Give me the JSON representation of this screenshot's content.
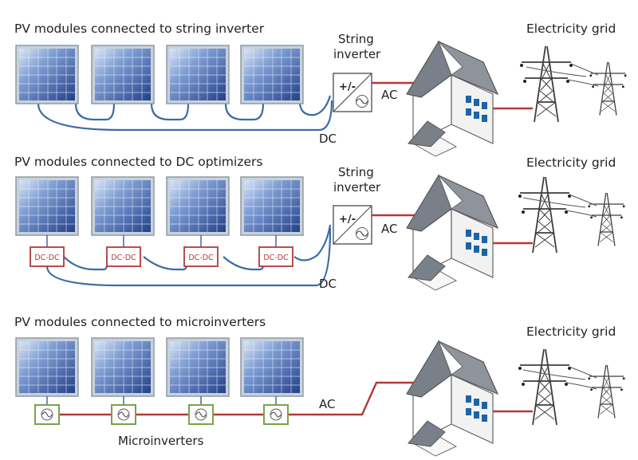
{
  "colors": {
    "dc_wire": "#3a6ba8",
    "ac_wire": "#b53838",
    "optimizer_border": "#b53838",
    "micro_border": "#7aa34a",
    "panel_frame": "#8d9aa6",
    "panel_cell": "#3b5ea6",
    "roof": "#7a808a",
    "wall": "#ffffff",
    "window": "#1d63a8"
  },
  "rows": [
    {
      "heading": "PV modules connected to string inverter",
      "inverter_label": [
        "String",
        "inverter"
      ],
      "inverter_symbol": "+/-",
      "dc_label": "DC",
      "ac_label": "AC",
      "grid_label": "Electricity grid"
    },
    {
      "heading": "PV modules connected to DC optimizers",
      "inverter_label": [
        "String",
        "inverter"
      ],
      "inverter_symbol": "+/-",
      "optimizer_label": "DC-DC",
      "dc_label": "DC",
      "ac_label": "AC",
      "grid_label": "Electricity grid"
    },
    {
      "heading": "PV modules connected to microinverters",
      "micro_label": "Microinverters",
      "ac_label": "AC",
      "grid_label": "Electricity grid"
    }
  ],
  "icons": {
    "panel": "solar-panel-icon",
    "house": "house-icon",
    "tower": "transmission-tower-icon",
    "inverter": "inverter-icon",
    "optimizer": "dc-optimizer-icon",
    "microinverter": "microinverter-icon"
  }
}
